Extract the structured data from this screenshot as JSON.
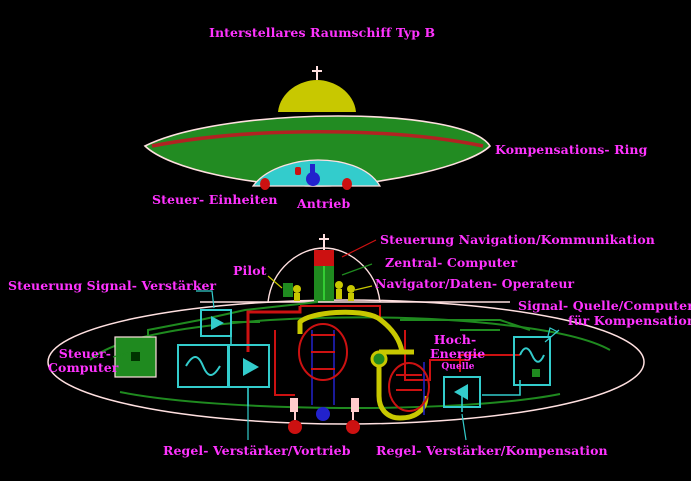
{
  "title": "Interstellares Raumschiff   Typ B",
  "labels": {
    "kompensations_ring": "Kompensations- Ring",
    "steuer_einheiten": "Steuer- Einheiten",
    "antrieb": "Antrieb",
    "steuerung_navigation": "Steuerung Navigation/Kommunikation",
    "zentral_computer": "Zentral- Computer",
    "pilot": "Pilot",
    "navigator": "Navigator/Daten- Operateur",
    "steuerung_signal": "Steuerung Signal- Verstärker",
    "signal_quelle_1": "Signal- Quelle/Computer",
    "signal_quelle_2": "für Kompensation",
    "steuer_computer_1": "Steuer-",
    "steuer_computer_2": "Computer",
    "hoch_1": "Hoch-",
    "hoch_2": "Energie",
    "hoch_3": "Quelle",
    "regel_vortrieb": "Regel- Verstärker/Vortrieb",
    "regel_kompensation": "Regel- Verstärker/Kompensation"
  },
  "colors": {
    "label": "#ff33ff",
    "hull": "#228b22",
    "stripe": "#b22222",
    "dome": "#c8c800",
    "drive_bay": "#33cccc",
    "outline": "#ffe0e0",
    "unit_red": "#cc1111",
    "unit_blue": "#2222cc",
    "box_green": "#1f8a1f",
    "box_cyan": "#33cccc"
  }
}
